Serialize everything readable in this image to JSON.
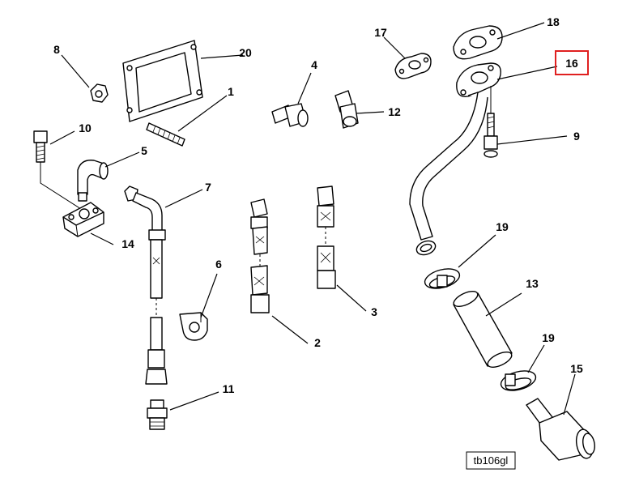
{
  "callouts": {
    "c1": "1",
    "c2": "2",
    "c3": "3",
    "c4": "4",
    "c5": "5",
    "c6": "6",
    "c7": "7",
    "c8": "8",
    "c9": "9",
    "c10": "10",
    "c11": "11",
    "c12": "12",
    "c13": "13",
    "c14": "14",
    "c15": "15",
    "c16": "16",
    "c17": "17",
    "c18": "18",
    "c19a": "19",
    "c19b": "19",
    "c20": "20"
  },
  "highlighted_callout": "16",
  "highlight_color": "#e02020",
  "drawing_id": "tb106gl"
}
